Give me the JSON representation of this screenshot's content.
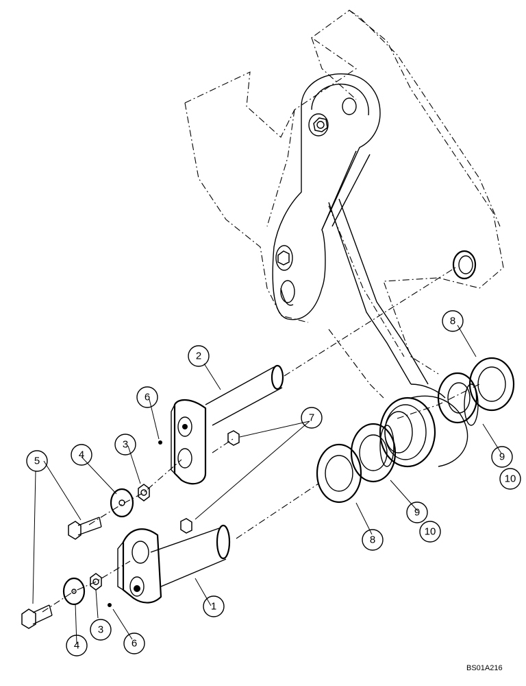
{
  "drawing_code": "BS01A216",
  "callouts": [
    {
      "id": "c1",
      "label": "1"
    },
    {
      "id": "c2",
      "label": "2"
    },
    {
      "id": "c3a",
      "label": "3"
    },
    {
      "id": "c3b",
      "label": "3"
    },
    {
      "id": "c4a",
      "label": "4"
    },
    {
      "id": "c4b",
      "label": "4"
    },
    {
      "id": "c5",
      "label": "5"
    },
    {
      "id": "c6a",
      "label": "6"
    },
    {
      "id": "c6b",
      "label": "6"
    },
    {
      "id": "c7",
      "label": "7"
    },
    {
      "id": "c8a",
      "label": "8"
    },
    {
      "id": "c8b",
      "label": "8"
    },
    {
      "id": "c9a",
      "label": "9"
    },
    {
      "id": "c9b",
      "label": "9"
    },
    {
      "id": "c10a",
      "label": "10"
    },
    {
      "id": "c10b",
      "label": "10"
    }
  ]
}
